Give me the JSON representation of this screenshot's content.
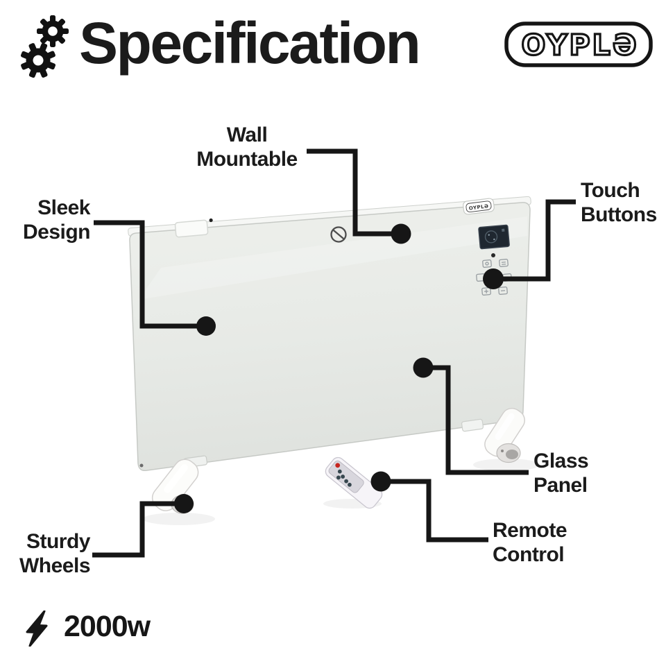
{
  "header": {
    "title": "Specification",
    "logo_text": "OYPLƏ"
  },
  "callouts": [
    {
      "id": "wall-mountable",
      "text": "Wall\nMountable"
    },
    {
      "id": "sleek-design",
      "text": "Sleek\nDesign"
    },
    {
      "id": "touch-buttons",
      "text": "Touch\nButtons"
    },
    {
      "id": "glass-panel",
      "text": "Glass\nPanel"
    },
    {
      "id": "remote-control",
      "text": "Remote\nControl"
    },
    {
      "id": "sturdy-wheels",
      "text": "Sturdy\nWheels"
    }
  ],
  "power": {
    "label": "2000w"
  },
  "product": {
    "badge_text": "OYPLƏ"
  },
  "colors": {
    "line": "#161616",
    "text": "#1b1b1b",
    "panel_glass": "#e8ebe7",
    "lcd": "#1f2730",
    "remote_power_red": "#c6251f"
  }
}
